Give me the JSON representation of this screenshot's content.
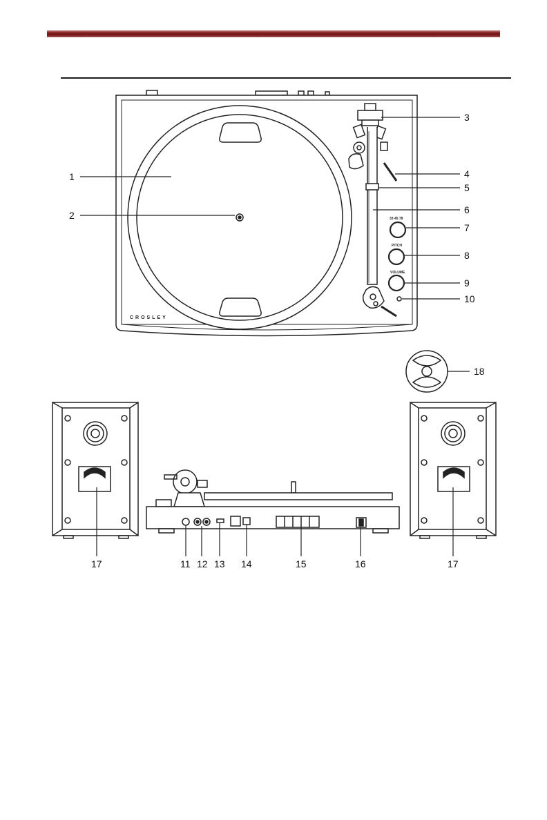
{
  "brand": "CROSLEY",
  "knob_labels": {
    "speed": "33  45  78",
    "pitch": "PITCH",
    "volume": "VOLUME"
  },
  "callouts": {
    "c1": "1",
    "c2": "2",
    "c3": "3",
    "c4": "4",
    "c5": "5",
    "c6": "6",
    "c7": "7",
    "c8": "8",
    "c9": "9",
    "c10": "10",
    "c11": "11",
    "c12": "12",
    "c13": "13",
    "c14": "14",
    "c15": "15",
    "c16": "16",
    "c17_left": "17",
    "c17_right": "17",
    "c18": "18"
  }
}
